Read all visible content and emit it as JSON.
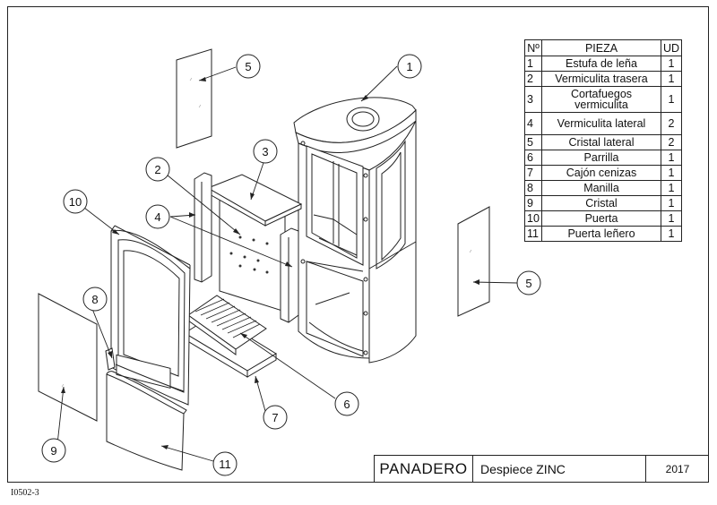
{
  "title_block": {
    "brand": "PANADERO",
    "description": "Despiece ZINC",
    "year": "2017"
  },
  "drawing_ref": "I0502-3",
  "parts_table": {
    "headers": [
      "Nº",
      "PIEZA",
      "UD"
    ],
    "rows": [
      {
        "num": "1",
        "name": "Estufa de leña",
        "qty": "1"
      },
      {
        "num": "2",
        "name": "Vermiculita trasera",
        "qty": "1"
      },
      {
        "num": "3",
        "name": "Cortafuegos vermiculita",
        "qty": "1"
      },
      {
        "num": "4",
        "name": "Vermiculita lateral",
        "qty": "2"
      },
      {
        "num": "5",
        "name": "Cristal lateral",
        "qty": "2"
      },
      {
        "num": "6",
        "name": "Parrilla",
        "qty": "1"
      },
      {
        "num": "7",
        "name": "Cajón cenizas",
        "qty": "1"
      },
      {
        "num": "8",
        "name": "Manilla",
        "qty": "1"
      },
      {
        "num": "9",
        "name": "Cristal",
        "qty": "1"
      },
      {
        "num": "10",
        "name": "Puerta",
        "qty": "1"
      },
      {
        "num": "11",
        "name": "Puerta leñero",
        "qty": "1"
      }
    ]
  },
  "callouts": [
    {
      "label": "1",
      "part": "stove-body"
    },
    {
      "label": "2",
      "part": "rear-vermiculite"
    },
    {
      "label": "3",
      "part": "vermiculite-baffle"
    },
    {
      "label": "4",
      "part": "side-vermiculite"
    },
    {
      "label": "5",
      "part": "side-glass-left"
    },
    {
      "label": "5",
      "part": "side-glass-right"
    },
    {
      "label": "6",
      "part": "grate"
    },
    {
      "label": "7",
      "part": "ash-drawer"
    },
    {
      "label": "8",
      "part": "handle"
    },
    {
      "label": "9",
      "part": "glass"
    },
    {
      "label": "10",
      "part": "door"
    },
    {
      "label": "11",
      "part": "log-store-door"
    }
  ]
}
